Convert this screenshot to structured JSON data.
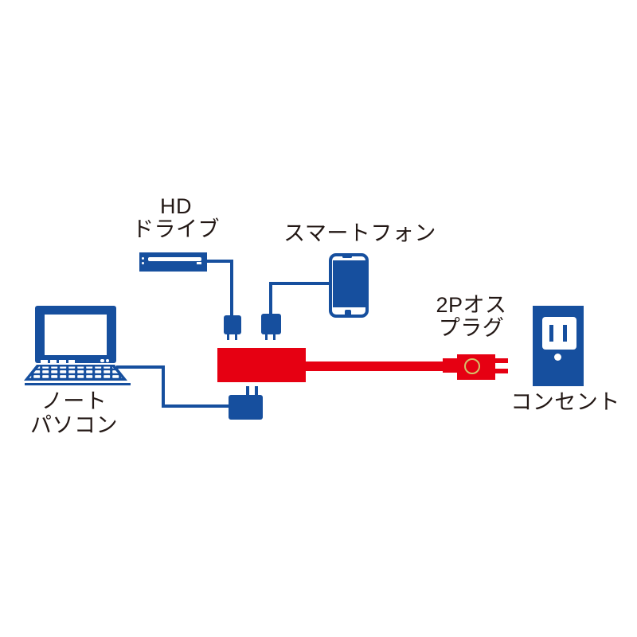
{
  "labels": {
    "hd_drive": {
      "line1": "HD",
      "line2": "ドライブ"
    },
    "smartphone": "スマートフォン",
    "plug": {
      "line1": "2Pオス",
      "line2": "プラグ"
    },
    "outlet": "コンセント",
    "laptop": {
      "line1": "ノート",
      "line2": "パソコン"
    }
  },
  "icons": [
    "hd-drive-icon",
    "smartphone-icon",
    "usb-plug-icon",
    "power-tap-icon",
    "power-cord-icon",
    "2p-male-plug-icon",
    "wall-outlet-icon",
    "laptop-icon"
  ],
  "colors": {
    "blue": "#164f9e",
    "red": "#e60012",
    "text": "#231815",
    "ring": "#d4c06a",
    "bg": "#ffffff"
  }
}
